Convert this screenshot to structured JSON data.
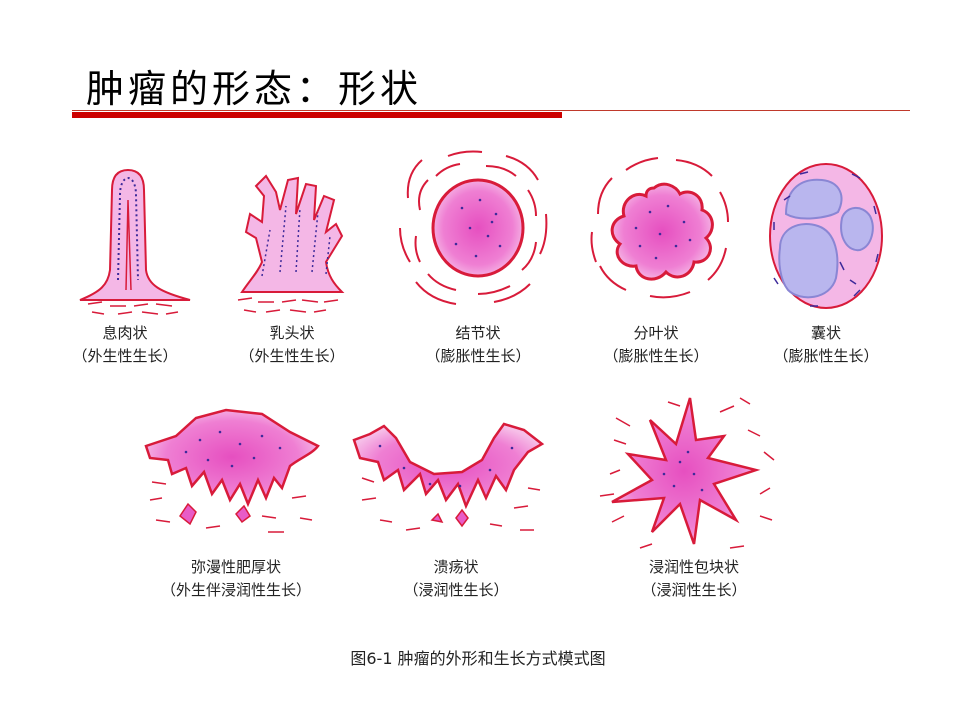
{
  "slide": {
    "title": "肿瘤的形态：形状"
  },
  "shapes": [
    {
      "name": "息肉状",
      "growth": "（外生性生长）"
    },
    {
      "name": "乳头状",
      "growth": "（外生性生长）"
    },
    {
      "name": "结节状",
      "growth": "（膨胀性生长）"
    },
    {
      "name": "分叶状",
      "growth": "（膨胀性生长）"
    },
    {
      "name": "囊状",
      "growth": "（膨胀性生长）"
    },
    {
      "name": "弥漫性肥厚状",
      "growth": "（外生伴浸润性生长）"
    },
    {
      "name": "溃疡状",
      "growth": "（浸润性生长）"
    },
    {
      "name": "浸润性包块状",
      "growth": "（浸润性生长）"
    }
  ],
  "figure": {
    "caption": "图6-1  肿瘤的外形和生长方式模式图"
  },
  "colors": {
    "tumor_fill": "#e85cc7",
    "tumor_light": "#f4b7e6",
    "outline": "#d81b3a",
    "nuclei": "#3d2a9a",
    "cyst_fill": "#b9b6ee",
    "cyst_border": "#8a86d4"
  }
}
